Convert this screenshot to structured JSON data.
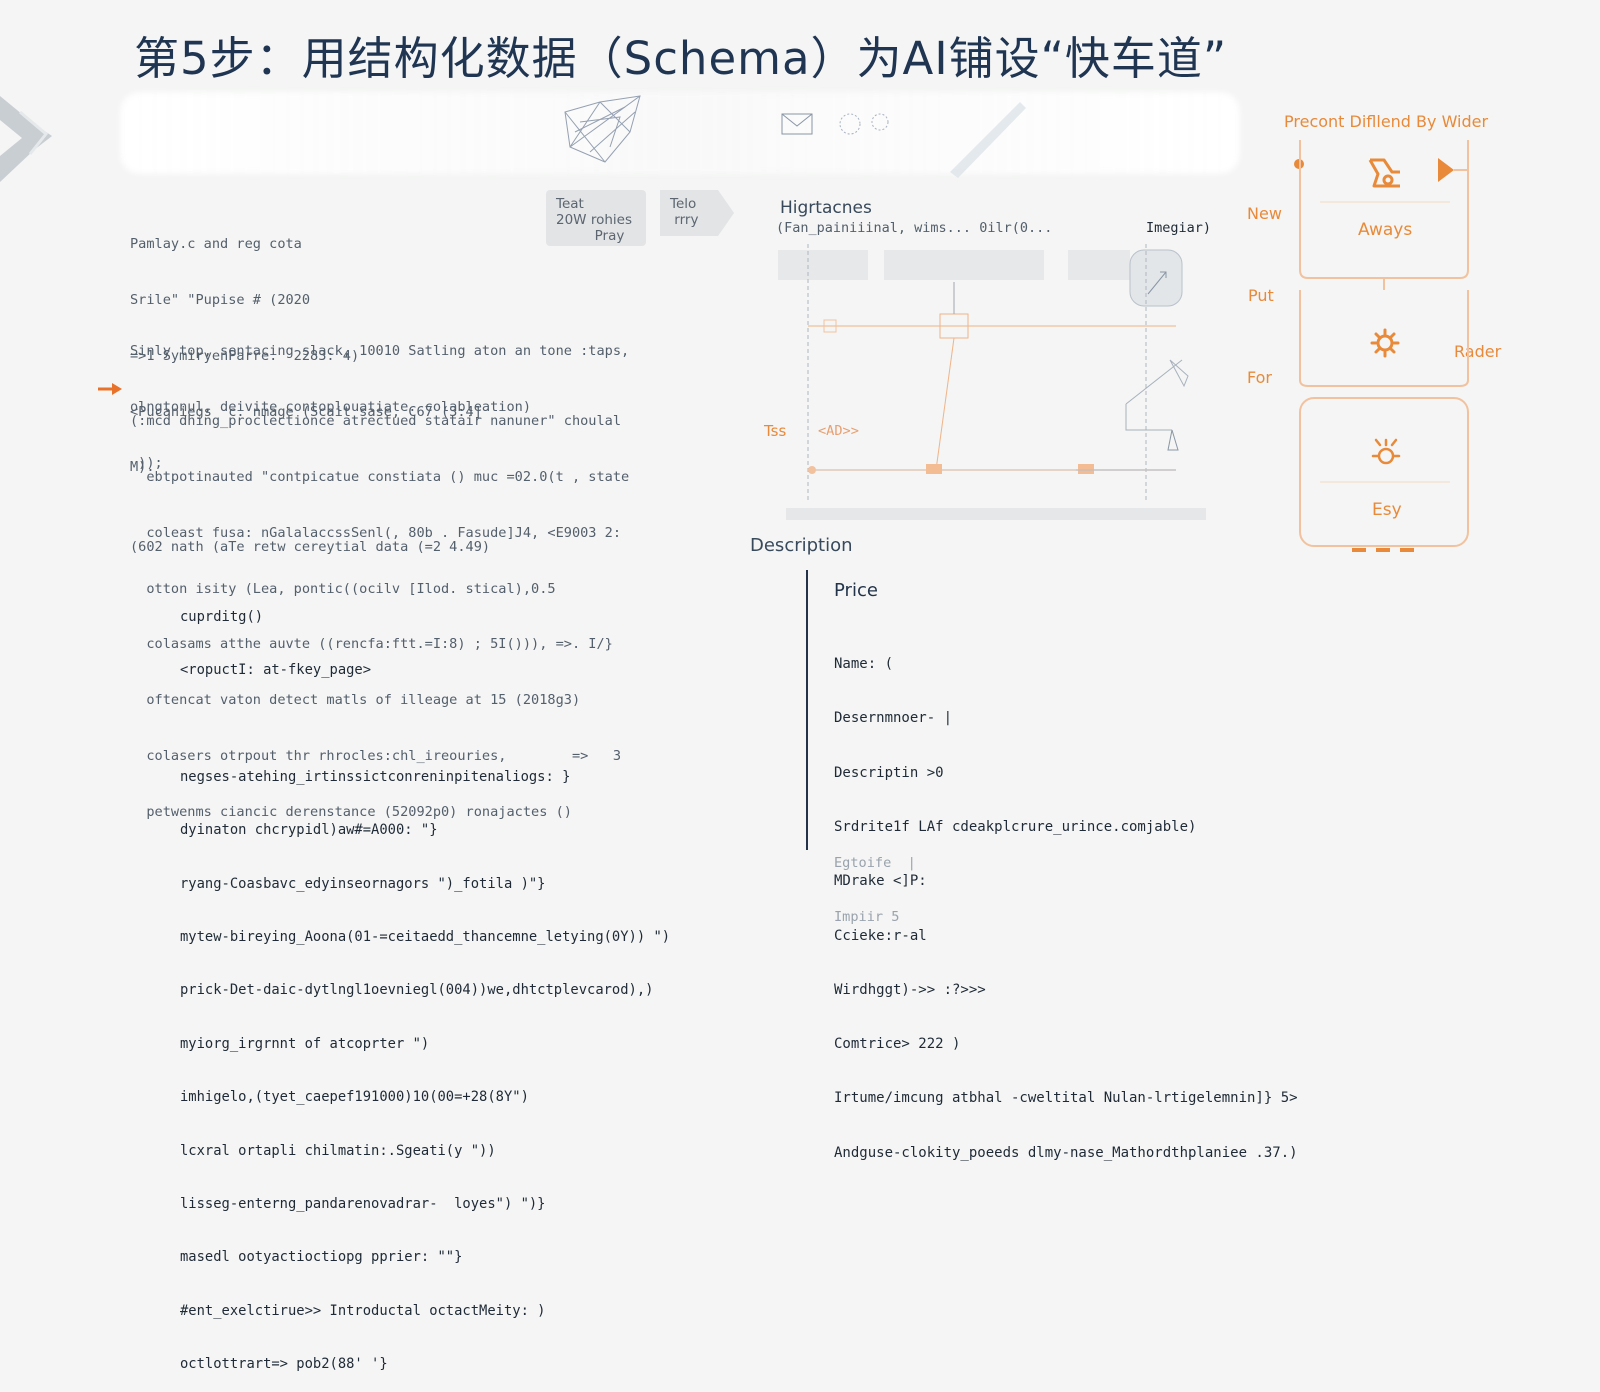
{
  "slide": {
    "title": "第5步：用结构化数据（Schema）为AI铺设“快车道”"
  },
  "code_top": {
    "lines": [
      "Pamlay.c and reg cota",
      "Srile\" \"Pupise # (2020",
      "=>1 SymiryenParre.  2283: 4)",
      "<Pucaniegs  c. nmage (Scait sase, C67 (3:4]",
      "M)."
    ]
  },
  "code_mid": {
    "lines": [
      "Sinly top, sentacing slack, 10010 Satling aton an tone :taps,",
      "olngtonul, deivite contoplouatiate. colableation)",
      " ));"
    ]
  },
  "code_block": {
    "lines": [
      "(:mcd dhing_proclectionce atrectued statair nanuner\" choulal",
      "  ebtpotinauted \"contpicatue constiata () muc =02.0(t , state",
      "  coleast fusa: nGalalaccssSenl(, 80b . Fasude]J4, <E9003 2:",
      "  otton isity (Lea, pontic((ocilv [Ilod. stical),0.5",
      "  colasams atthe auvte ((rencfa:ftt.=I:8) ; 5I())), =>. I/}",
      "  oftencat vaton detect matls of illeage at 15 (2018g3)",
      "  colasers otrpout thr rhrocles:chl_ireouries,        =>   3",
      "  petwenms ciancic derenstance (52092p0) ronajactes ()"
    ]
  },
  "code_note": "(602 nath (aTe retw cereytial data (=2 4.49)",
  "code_bottom": {
    "lines": [
      "cuprditg()",
      "<ropuctI: at-fkey_page>",
      "",
      "negses-atehing_irtinssictconreninpitenaliogs: }",
      "dyinaton chcrypidl)aw#=A000: \"}",
      "ryang-Coasbavc_edyinseornagors \")_fotila )\"}",
      "mytew-bireying_Aoona(01-=ceitaedd_thancemne_letying(0Y)) \")",
      "prick-Det-daic-dytlngl1oevniegl(004))we,dhtctplevcarod),)",
      "myiorg_irgrnnt of atcoprter \")",
      "imhigelo,(tyet_caepef191000)10(00=+28(8Y\")",
      "lcxral ortapli chilmatin:.Sgeati(y \"))",
      "lisseg-enterng_pandarenovadrar-  loyes\") \")}",
      "masedl ootyactioctiopg pprier: \"\"}",
      "#ent_exelctirue>> Introductal octactMeity: )",
      "octlottrart=> pob2(88' '}"
    ]
  },
  "chips": {
    "first": "Teat\n20W rohies\n         Pray",
    "second": "Telo\n rrry"
  },
  "diagram": {
    "heading": "Higrtacnes",
    "sub": "(Fan_painiiinal, wims... 0ilr(0...",
    "sub_right": "Imegiar)",
    "tss_label": "Tss",
    "tss_code": "<AD>>"
  },
  "description_label": "Description",
  "price_panel": {
    "heading": "Price",
    "lines": [
      "Name: (",
      "Desernmnoer- |",
      "Descriptin >0",
      "Srdrite1f LAf cdeakplcrure_urince.comjable)",
      "MDrake <]P:",
      "Ccieke:r-al",
      "Wirdhggt)->> :?>>>",
      "Comtrice> 222 )",
      "Irtume/imcung atbhal -cweltital Nulan-lrtigelemnin]} 5>",
      "Andguse-clokity_poeeds dlmy-nase_Mathordthplaniee .37.)"
    ],
    "footer_lines": [
      "Egtoife  |",
      "Impiir 5"
    ]
  },
  "right_panel": {
    "header": "Precont Difllend By Wider",
    "left_labels": [
      "New",
      "Put",
      "For"
    ],
    "right_label": "Rader",
    "cards": [
      {
        "label": "Aways",
        "icon": "route-icon"
      },
      {
        "label": "",
        "icon": "gear-icon"
      },
      {
        "label": "Esy",
        "icon": "bug-gear-icon"
      }
    ]
  },
  "colors": {
    "title": "#1f3552",
    "accent": "#e88a3a",
    "card_border": "#f2c29e"
  }
}
